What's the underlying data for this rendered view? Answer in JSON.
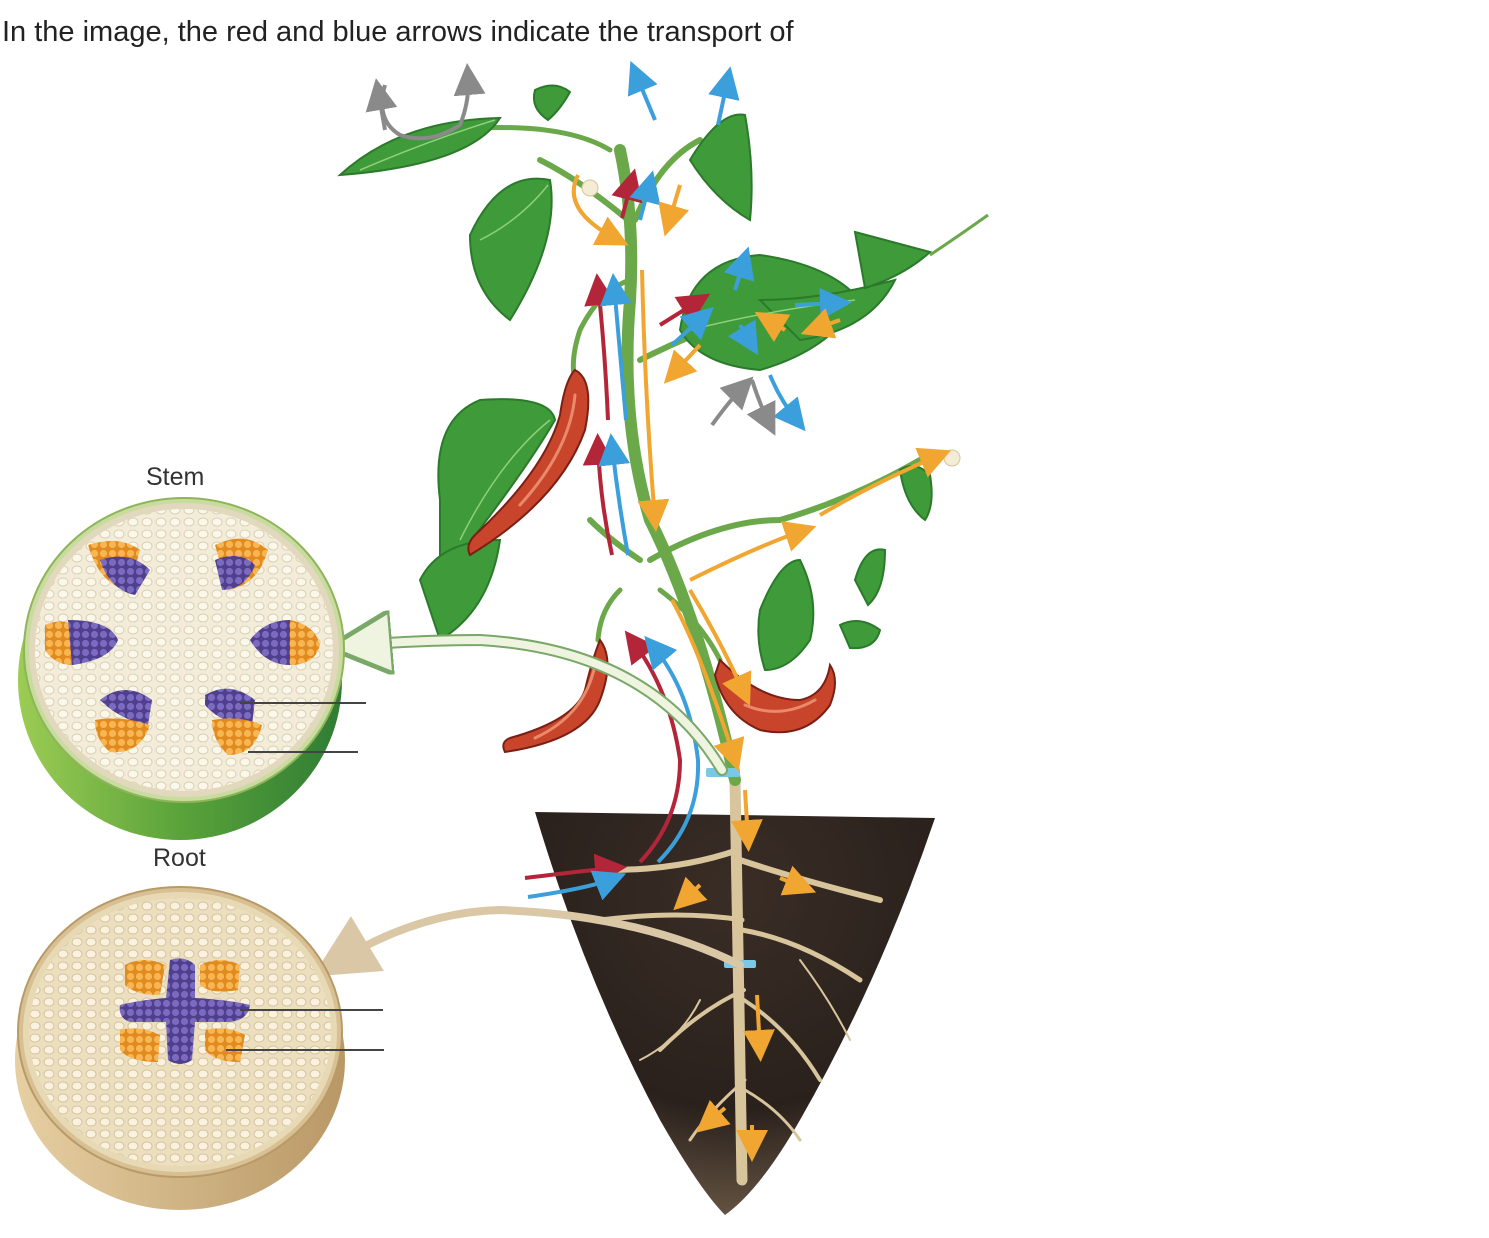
{
  "question": {
    "text": "In the image, the red and blue arrows indicate the transport of"
  },
  "diagram": {
    "stem_label": "Stem",
    "root_label": "Root",
    "colors": {
      "red_arrow": "#b3263a",
      "blue_arrow": "#3b9fdc",
      "orange_arrow": "#f0a630",
      "gray_arrow": "#8a8a8a",
      "leaf": "#3f9a3a",
      "soil": "#2b211c",
      "xylem": "#6d5aa8",
      "phloem": "#f2a23c",
      "stem_disc": "#f1ead4",
      "root_disc": "#efe3c6"
    }
  }
}
